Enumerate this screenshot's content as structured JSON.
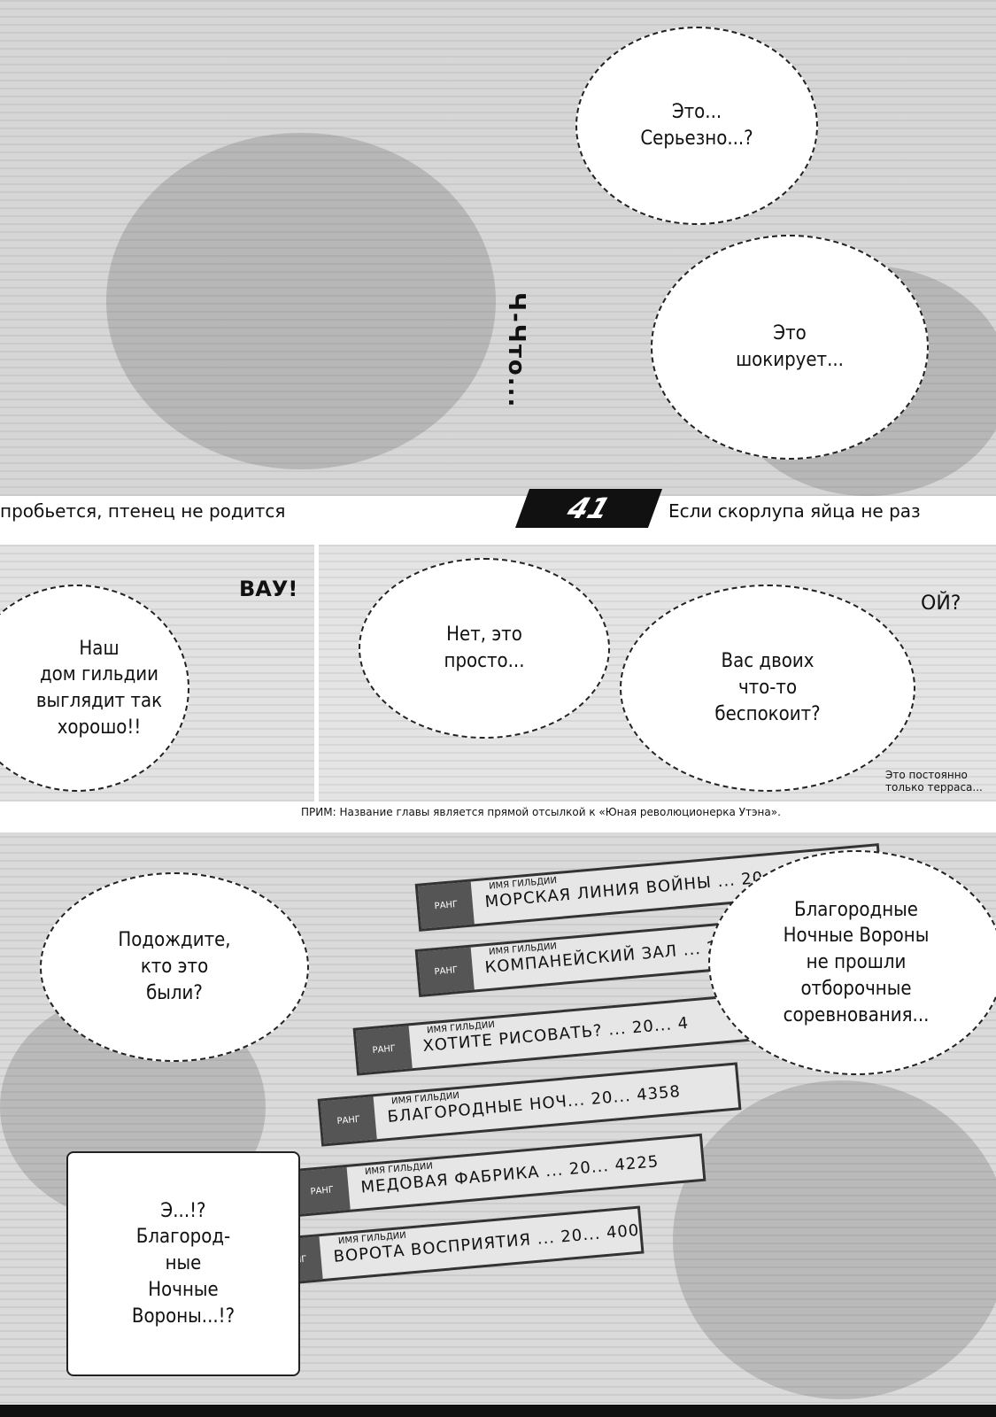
{
  "panel1": {
    "bubble_top": "Это...\nСерьезно...?",
    "sfx_vertical": "Ч-Что...",
    "bubble_right": "Это\nшокирует..."
  },
  "chapter": {
    "number": "41",
    "title_left": "пробьется, птенец не родится",
    "title_right": "Если скорлупа яйца не раз"
  },
  "panel2": {
    "sfx_wow": "ВАУ!",
    "bubble": "Наш\nдом гильдии\nвыглядит так\nхорошо!!"
  },
  "panel3": {
    "bubble_left": "Нет, это\nпросто...",
    "sfx_oy": "ОЙ?",
    "bubble_right": "Вас двоих\nчто-то\nбеспокоит?",
    "small_note": "Это постоянно\nтолько терраса..."
  },
  "translator_note": "ПРИМ: Название главы является прямой отсылкой к «Юная революционерка Утэна».",
  "panel4": {
    "bubble_left": "Подождите,\nкто это\nбыли?",
    "bubble_right": "Благородные\nНочные Вороны\nне прошли\nотборочные\nсоревнования...",
    "bubble_bottom": "Э...!?\nБлагород-\nные\nНочные\nВороны...!?",
    "plates": [
      {
        "rank": "РАНГ",
        "label": "ИМЯ ГИЛЬДИИ",
        "value": "МОРСКАЯ ЛИНИЯ ВОЙНЫ ... 20... 4534"
      },
      {
        "rank": "РАНГ",
        "label": "ИМЯ ГИЛЬДИИ",
        "value": "КОМПАНЕЙСКИЙ ЗАЛ ... 20... 5"
      },
      {
        "rank": "РАНГ",
        "label": "ИМЯ ГИЛЬДИИ",
        "value": "ХОТИТЕ РИСОВАТЬ? ... 20... 4"
      },
      {
        "rank": "РАНГ",
        "label": "ИМЯ ГИЛЬДИИ",
        "value": "БЛАГОРОДНЫЕ НОЧ... 20... 4358"
      },
      {
        "rank": "РАНГ",
        "label": "ИМЯ ГИЛЬДИИ",
        "value": "МЕДОВАЯ ФАБРИКА ... 20... 4225"
      },
      {
        "rank": "РАНГ",
        "label": "ИМЯ ГИЛЬДИИ",
        "value": "ВОРОТА ВОСПРИЯТИЯ ... 20... 400"
      }
    ]
  }
}
